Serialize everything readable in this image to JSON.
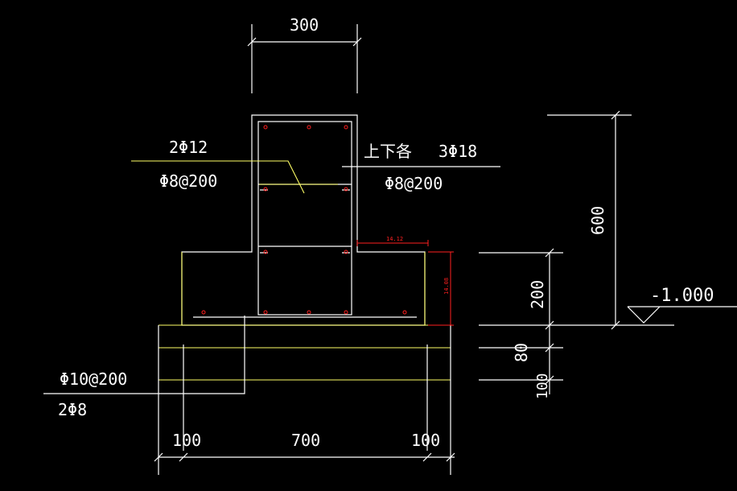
{
  "dimensions": {
    "top_width": "300",
    "height_total": "600",
    "height_base": "200",
    "height_slab": "80",
    "height_bottom": "100",
    "bottom_left": "100",
    "bottom_mid": "700",
    "bottom_right": "100"
  },
  "labels": {
    "top_bar": "2Φ12",
    "stirrup_left": "Φ8@200",
    "top_bottom_each": "上下各",
    "main_bar": "3Φ18",
    "stirrup_right": "Φ8@200",
    "slab_bar": "Φ10@200",
    "slab_dist": "2Φ8",
    "elevation": "-1.000",
    "red_dim_h": "14.12",
    "red_dim_v": "14.08"
  },
  "colors": {
    "background": "#000000",
    "lines": "#ffffff",
    "secondary": "#ffff66",
    "accent": "#ff2020"
  }
}
